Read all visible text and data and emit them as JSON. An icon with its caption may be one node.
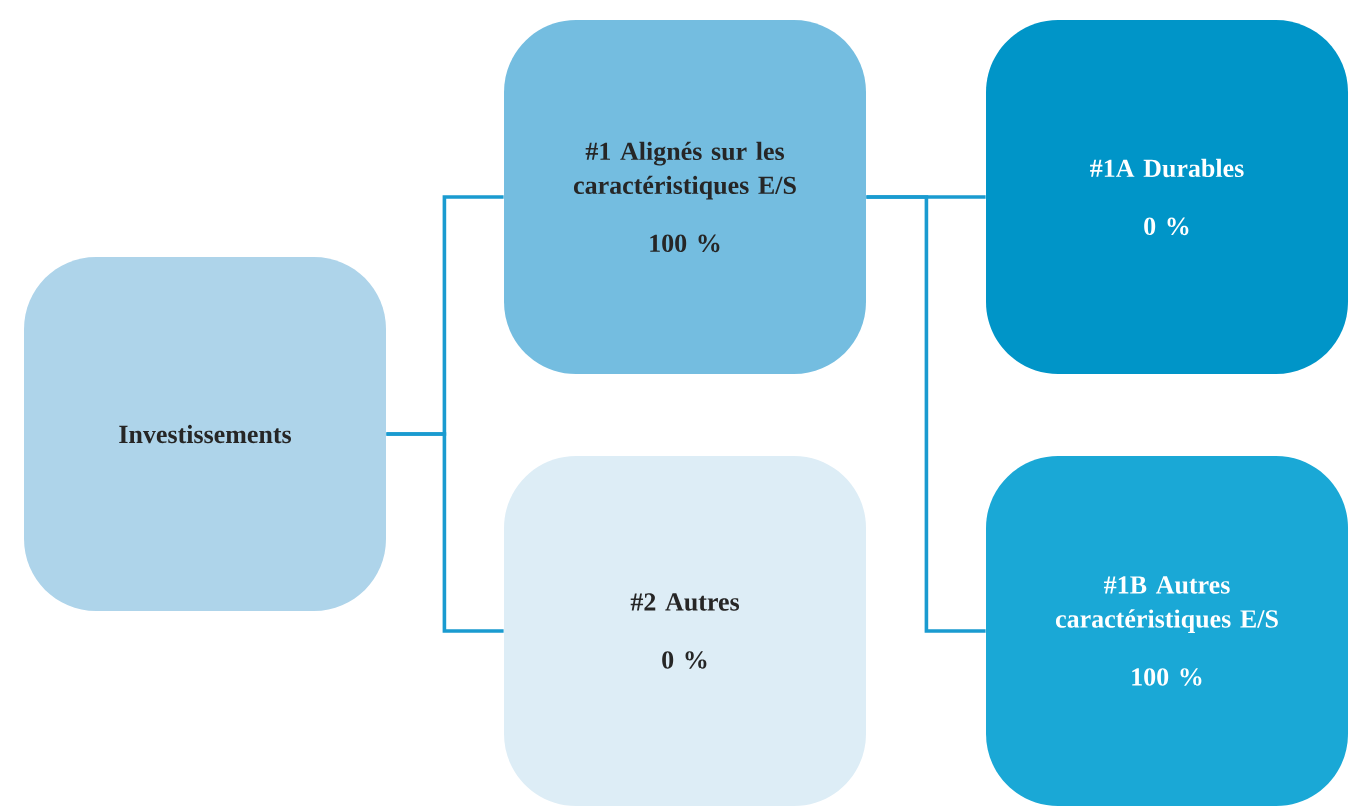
{
  "diagram": {
    "nodes": [
      {
        "text": [
          "Investissements"
        ]
      },
      {
        "text": [
          "#1 Alignés sur les caractéristiques E/S",
          "100 %"
        ]
      },
      {
        "text": [
          "#2 Autres",
          "0 %"
        ]
      },
      {
        "text": [
          "#1A Durables",
          "0 %"
        ]
      },
      {
        "text": [
          "#1B Autres caractéristiques E/S",
          "100 %"
        ]
      }
    ],
    "edges": [
      {
        "from": 0,
        "to": 1,
        "arrow": "none"
      },
      {
        "from": 0,
        "to": 2,
        "arrow": "none"
      },
      {
        "from": 1,
        "to": 3,
        "arrow": "none"
      },
      {
        "from": 1,
        "to": 4,
        "arrow": "none"
      }
    ]
  }
}
